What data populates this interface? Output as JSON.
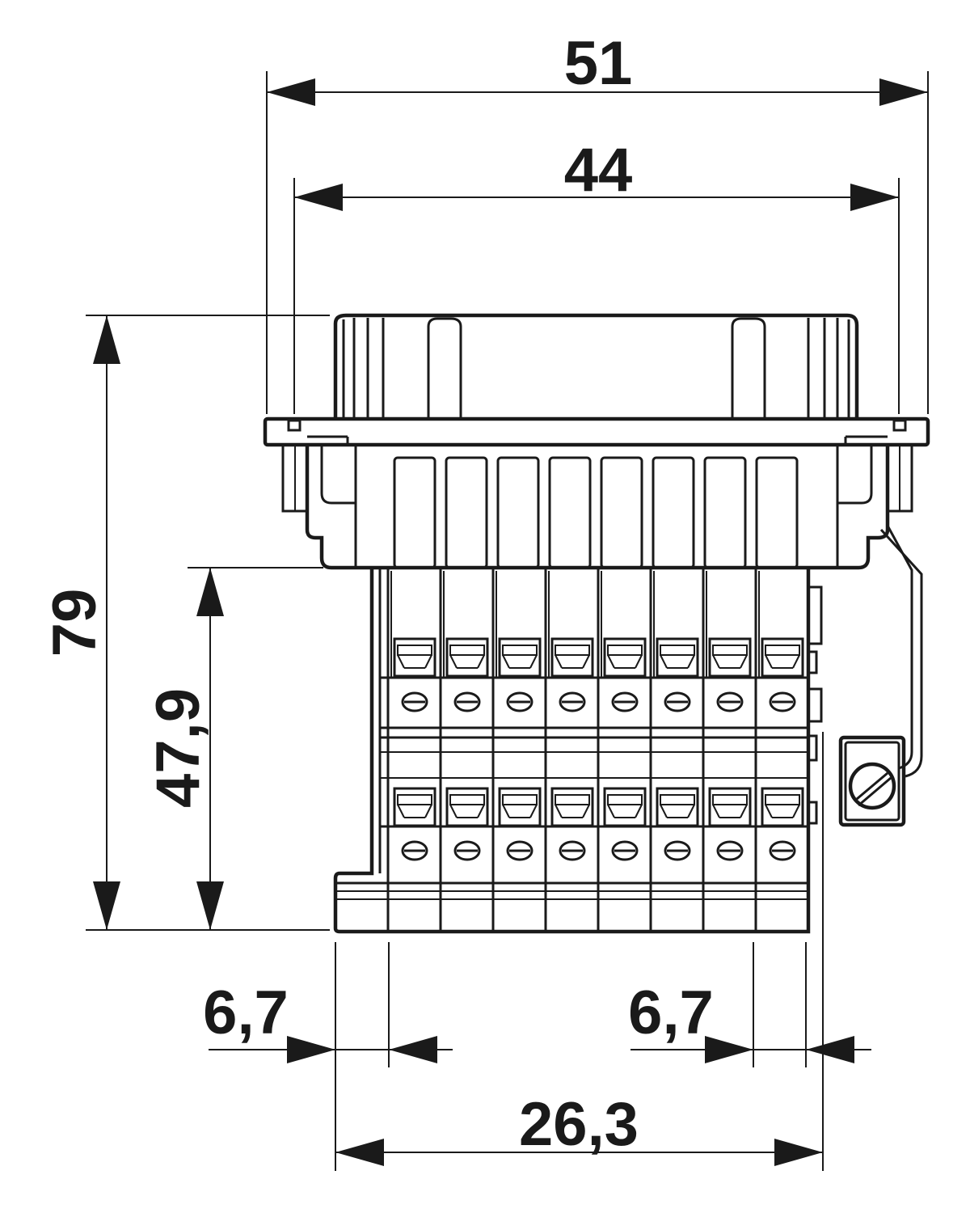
{
  "dimensions": {
    "overall_width": "51",
    "flange_width": "44",
    "overall_height": "79",
    "body_height": "47,9",
    "left_pitch": "6,7",
    "right_pitch": "6,7",
    "base_width": "26,3"
  },
  "terminal_count": 8,
  "colors": {
    "line": "#1a1a1a",
    "background": "#ffffff"
  }
}
